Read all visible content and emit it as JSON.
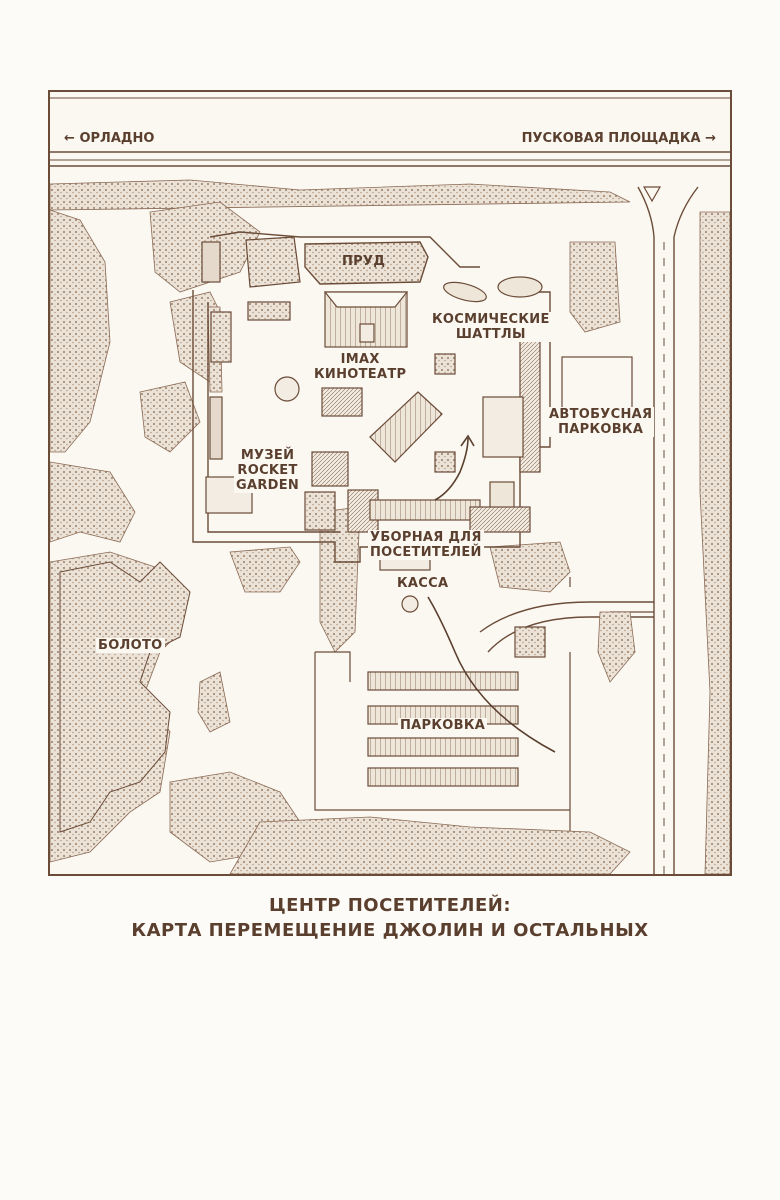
{
  "roads": {
    "left_arrow": "←",
    "left_destination": "ОРЛАДНО",
    "right_destination": "ПУСКОВАЯ ПЛОЩАДКА",
    "right_arrow": "→"
  },
  "map_labels": {
    "pond": "ПРУД",
    "shuttles_line1": "КОСМИЧЕСКИЕ",
    "shuttles_line2": "ШАТТЛЫ",
    "imax_line1": "IMAX",
    "imax_line2": "КИНОТЕАТР",
    "bus_parking_line1": "АВТОБУСНАЯ",
    "bus_parking_line2": "ПАРКОВКА",
    "museum_line1": "МУЗЕЙ",
    "museum_line2": "ROCKET",
    "museum_line3": "GARDEN",
    "restroom_line1": "УБОРНАЯ ДЛЯ",
    "restroom_line2": "ПОСЕТИТЕЛЕЙ",
    "ticket_office": "КАССА",
    "swamp": "БОЛОТО",
    "parking": "ПАРКОВКА"
  },
  "caption": {
    "line1": "ЦЕНТР ПОСЕТИТЕЛЕЙ:",
    "line2": "КАРТА ПЕРЕМЕЩЕНИЕ ДЖОЛИН И ОСТАЛЬНЫХ"
  },
  "colors": {
    "ink": "#6b4c38",
    "paper": "#fbf8f2",
    "vegetation": "#dcd0c2"
  }
}
